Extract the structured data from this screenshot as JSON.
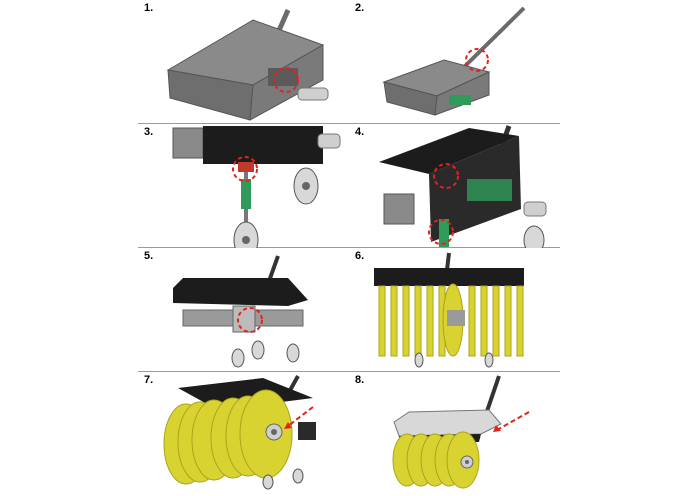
{
  "steps": [
    {
      "number": "1."
    },
    {
      "number": "2."
    },
    {
      "number": "3."
    },
    {
      "number": "4."
    },
    {
      "number": "5."
    },
    {
      "number": "6."
    },
    {
      "number": "7."
    },
    {
      "number": "8."
    }
  ],
  "colors": {
    "housing_grey": "#7f7f7f",
    "housing_dark": "#1c1c1c",
    "brush_yellow": "#d9d332",
    "brush_shadow": "#a9a41e",
    "highlight_red": "#e0231e",
    "part_green": "#2f9a5a"
  }
}
